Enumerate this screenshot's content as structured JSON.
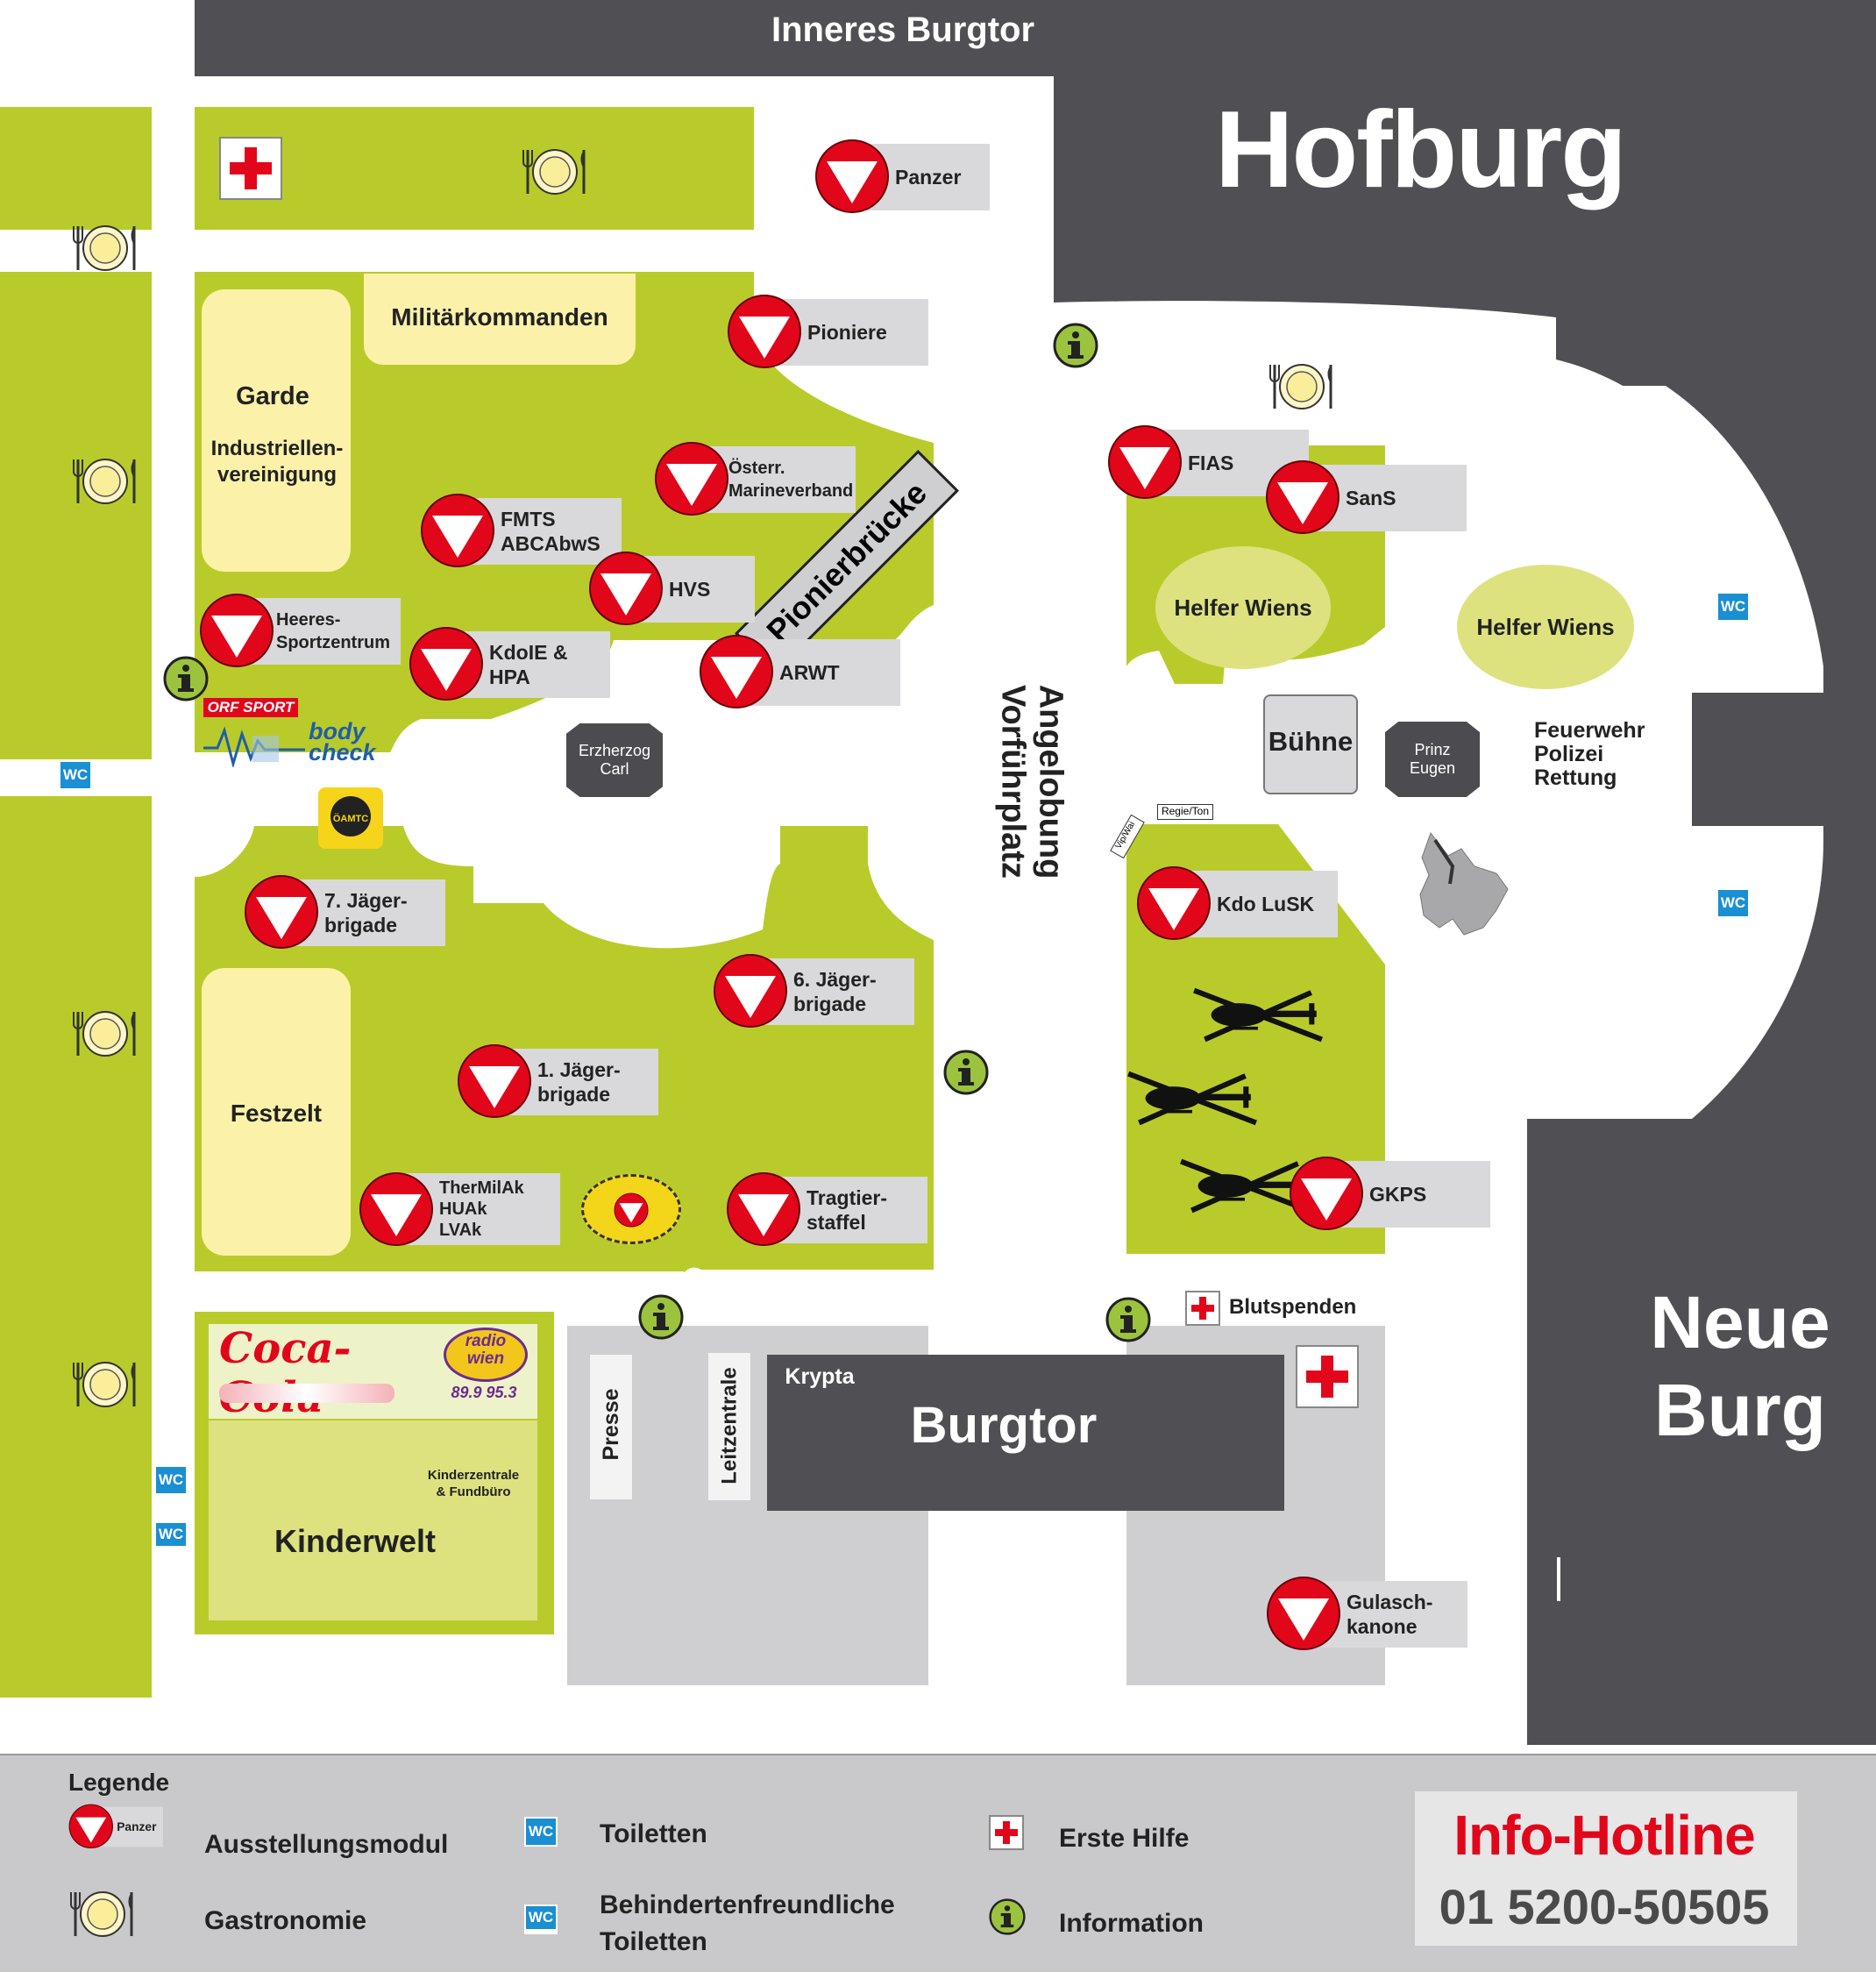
{
  "title": "Inneres Burgtor",
  "buildings": {
    "hofburg": "Hofburg",
    "neue_burg": "Neue\nBurg",
    "burgtor": "Burgtor",
    "krypta": "Krypta"
  },
  "areas": {
    "militaerkommanden": "Militärkommanden",
    "garde": "Garde",
    "industriellenvereinigung": "Industriellen-\nvereinigung",
    "festzelt": "Festzelt",
    "kinderwelt": "Kinderwelt",
    "kinderzentrale": "Kinderzentrale\n& Fundbüro",
    "presse": "Presse",
    "leitzentrale": "Leitzentrale",
    "pionierbruecke": "Pionierbrücke",
    "angelobung": "Angelobung",
    "vorfuehrplatz": "Vorführplatz",
    "buehne": "Bühne",
    "feuerwehr": "Feuerwehr\nPolizei\nRettung",
    "helfer_wiens": "Helfer Wiens",
    "blutspenden": "Blutspenden",
    "regie_ton": "Regie/Ton",
    "vip_label": "Vip/Wai"
  },
  "statues": {
    "erzherzog": "Erzherzog\nCarl",
    "prinz": "Prinz\nEugen"
  },
  "modules": [
    {
      "id": "panzer",
      "label": "Panzer"
    },
    {
      "id": "pioniere",
      "label": "Pioniere"
    },
    {
      "id": "marine",
      "label": "Österr.\nMarineverband"
    },
    {
      "id": "fmts",
      "label": "FMTS\nABCAbwS"
    },
    {
      "id": "hvs",
      "label": "HVS"
    },
    {
      "id": "arwt",
      "label": "ARWT"
    },
    {
      "id": "heeres",
      "label": "Heeres-\nSportzentrum"
    },
    {
      "id": "kdoie",
      "label": "KdoIE &\nHPA"
    },
    {
      "id": "jaeger7",
      "label": "7. Jäger-\nbrigade"
    },
    {
      "id": "jaeger6",
      "label": "6. Jäger-\nbrigade"
    },
    {
      "id": "jaeger1",
      "label": "1. Jäger-\nbrigade"
    },
    {
      "id": "thermil",
      "label": "TherMilAk\nHUAk\nLVAk"
    },
    {
      "id": "tragtier",
      "label": "Tragtier-\nstaffel"
    },
    {
      "id": "fias",
      "label": "FIAS"
    },
    {
      "id": "sans",
      "label": "SanS"
    },
    {
      "id": "kdolusk",
      "label": "Kdo LuSK"
    },
    {
      "id": "gkps",
      "label": "GKPS"
    },
    {
      "id": "gulasch",
      "label": "Gulasch-\nkanone"
    }
  ],
  "sponsors": {
    "orf": "ORF SPORT",
    "bodycheck": "body\ncheck",
    "cocacola": "Coca-Cola",
    "radio": "radio\nwien",
    "radio_freq": "89.9 95.3",
    "oeamtc": "ÖAMTC"
  },
  "icons": [
    "austrian-army-triangle-icon",
    "plate-cutlery-icon",
    "red-cross-icon",
    "info-icon",
    "wc-icon",
    "helicopter-icon"
  ],
  "legend": {
    "heading": "Legende",
    "sample_module": "Panzer",
    "ausstellungsmodul": "Ausstellungsmodul",
    "gastronomie": "Gastronomie",
    "toiletten": "Toiletten",
    "behinderten": "Behindertenfreundliche\nToiletten",
    "erste_hilfe": "Erste Hilfe",
    "information": "Information",
    "wc": "WC",
    "hotline_label": "Info-Hotline",
    "hotline_number": "01 5200-50505"
  },
  "colors": {
    "green": "#b9cb2a",
    "dark": "#4f4f54",
    "gray": "#cfcfd1",
    "red": "#e2061b",
    "cream": "#fbf1a8",
    "wc_blue": "#1a8fd2",
    "hotline_red": "#e2061b"
  }
}
